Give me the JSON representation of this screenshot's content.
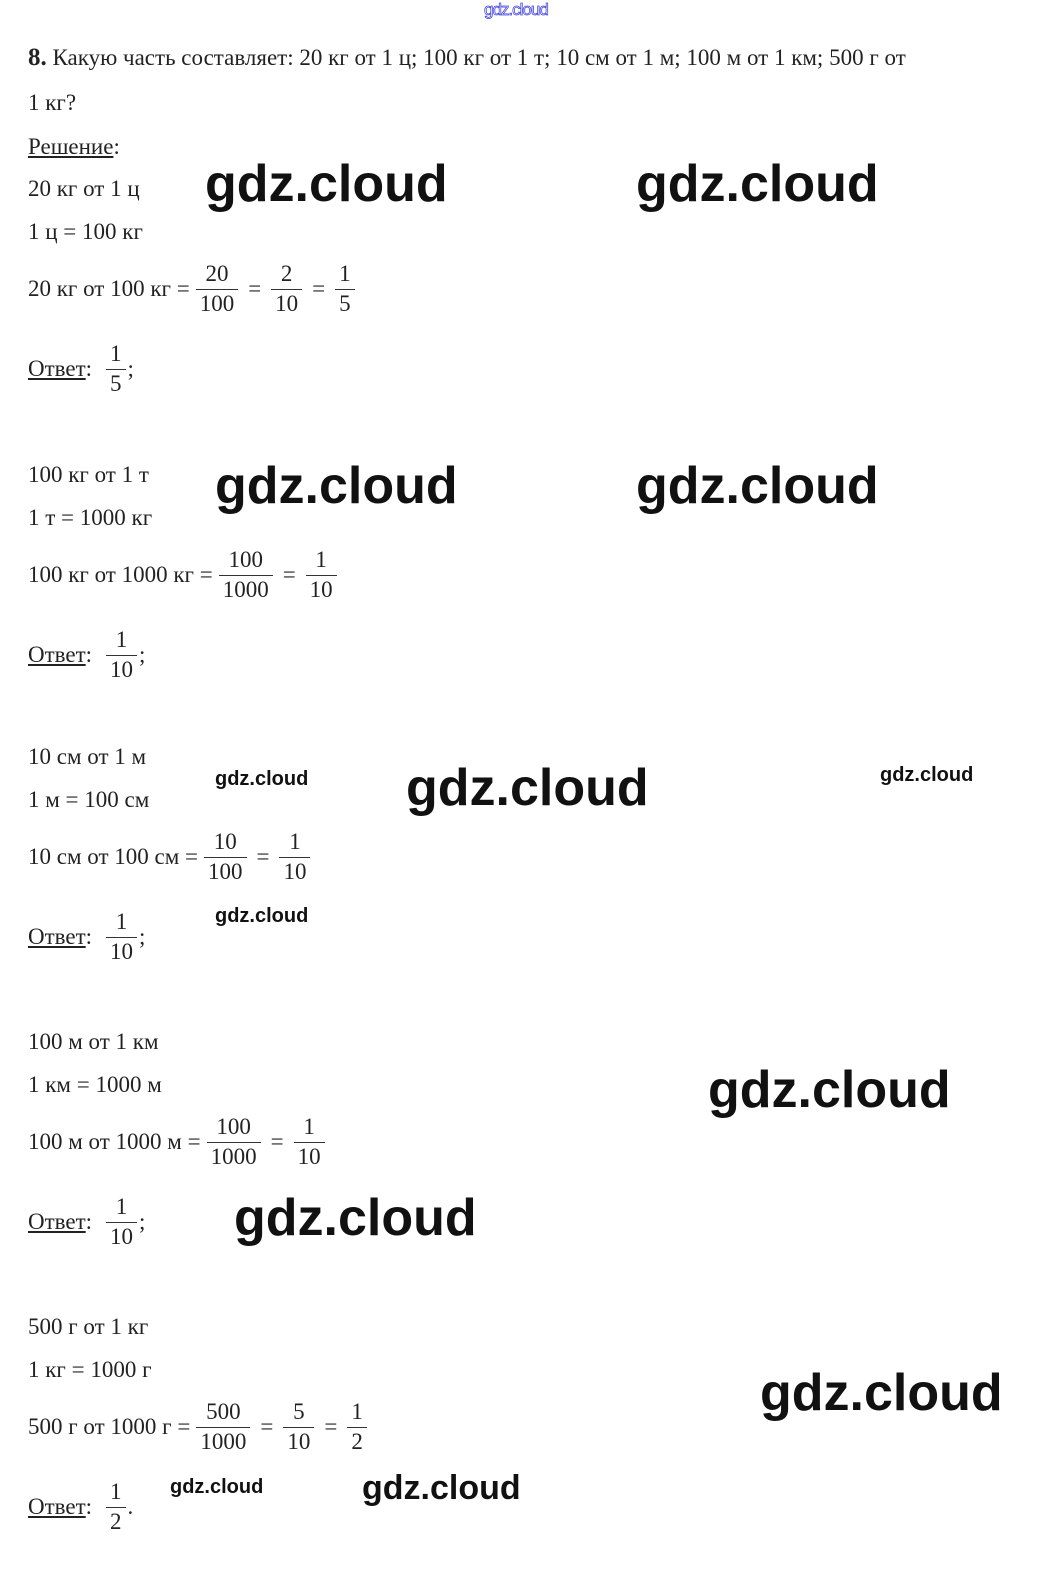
{
  "header_watermark": "gdz.cloud",
  "task": {
    "number": "8.",
    "text": "Какую часть составляет: 20 кг от 1 ц; 100 кг от 1 т; 10 см от 1 м; 100 м от 1 км; 500 г от",
    "text2": "1 кг?"
  },
  "solution_label": "Решение",
  "solution_colon": ":",
  "answer_label": "Ответ",
  "sections": [
    {
      "title": "20 кг от 1 ц",
      "conversion": "1 ц = 100 кг",
      "lhs": "20 кг от 100 кг =",
      "fractions": [
        [
          "20",
          "100"
        ],
        [
          "2",
          "10"
        ],
        [
          "1",
          "5"
        ]
      ],
      "answer": [
        "1",
        "5"
      ],
      "punct": ";"
    },
    {
      "title": "100 кг от 1 т",
      "conversion": "1 т = 1000 кг",
      "lhs": "100 кг от 1000 кг =",
      "fractions": [
        [
          "100",
          "1000"
        ],
        [
          "1",
          "10"
        ]
      ],
      "answer": [
        "1",
        "10"
      ],
      "punct": ";"
    },
    {
      "title": "10 см от 1 м",
      "conversion": "1 м = 100 см",
      "lhs": "10 см от 100 см =",
      "fractions": [
        [
          "10",
          "100"
        ],
        [
          "1",
          "10"
        ]
      ],
      "answer": [
        "1",
        "10"
      ],
      "punct": ";"
    },
    {
      "title": "100 м от 1 км",
      "conversion": "1 км = 1000 м",
      "lhs": "100 м от 1000 м =",
      "fractions": [
        [
          "100",
          "1000"
        ],
        [
          "1",
          "10"
        ]
      ],
      "answer": [
        "1",
        "10"
      ],
      "punct": ";"
    },
    {
      "title": "500 г от 1 кг",
      "conversion": "1 кг = 1000 г",
      "lhs": "500 г от 1000 г =",
      "fractions": [
        [
          "500",
          "1000"
        ],
        [
          "5",
          "10"
        ],
        [
          "1",
          "2"
        ]
      ],
      "answer": [
        "1",
        "2"
      ],
      "punct": "."
    }
  ],
  "watermarks": [
    "gdz.cloud",
    "gdz.cloud",
    "gdz.cloud",
    "gdz.cloud",
    "gdz.cloud",
    "gdz.cloud",
    "gdz.cloud",
    "gdz.cloud",
    "gdz.cloud",
    "gdz.cloud",
    "gdz.cloud",
    "gdz.cloud",
    "gdz.cloud"
  ]
}
